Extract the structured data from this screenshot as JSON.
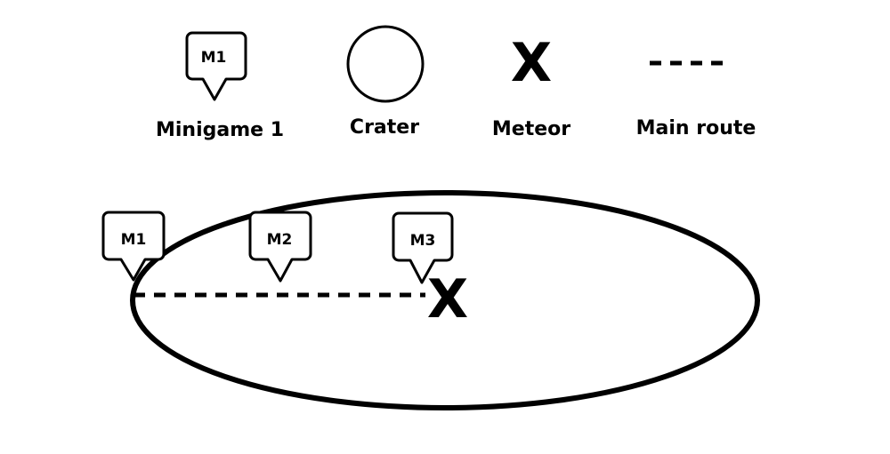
{
  "legend": {
    "minigame": {
      "icon_text": "M1",
      "label": "Minigame 1"
    },
    "crater": {
      "label": "Crater"
    },
    "meteor": {
      "symbol": "X",
      "label": "Meteor"
    },
    "route": {
      "label": "Main route"
    }
  },
  "map": {
    "pins": [
      {
        "text": "M1"
      },
      {
        "text": "M2"
      },
      {
        "text": "M3"
      }
    ],
    "meteor_symbol": "X"
  },
  "colors": {
    "ink": "#000000",
    "background": "#ffffff"
  }
}
